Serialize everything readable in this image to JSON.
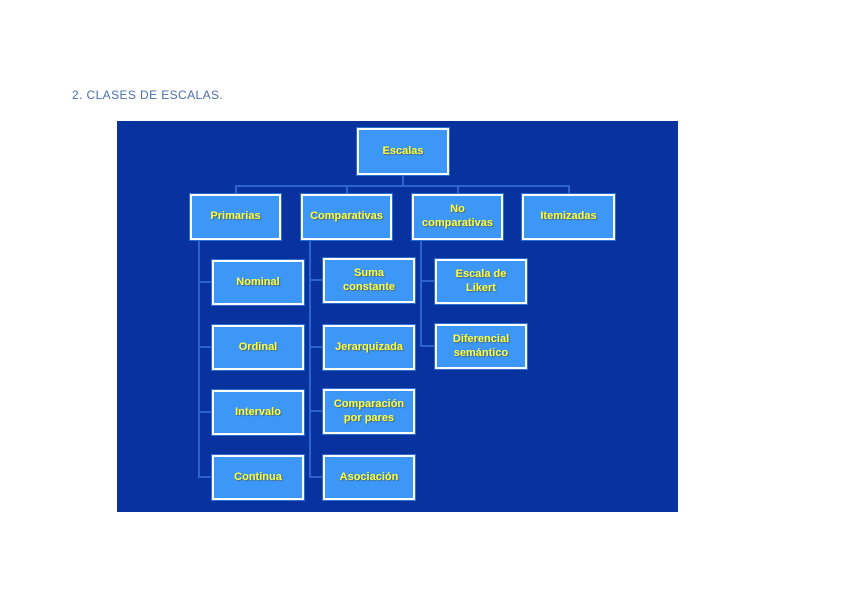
{
  "page": {
    "heading": "2. CLASES DE ESCALAS."
  },
  "colors": {
    "page_background": "#FFFFFF",
    "heading_text": "#4A6FAE",
    "panel_background": "#08339E",
    "node_fill": "#3D97F7",
    "node_border": "#FFFFFF",
    "node_text": "#FFFF42",
    "connector": "#2E63C9"
  },
  "diagram": {
    "root": {
      "label": "Escalas"
    },
    "branches": [
      {
        "label": "Primarias",
        "children": [
          "Nominal",
          "Ordinal",
          "Intervalo",
          "Continua"
        ]
      },
      {
        "label": "Comparativas",
        "children": [
          "Suma constante",
          "Jerarquizada",
          "Comparación por pares",
          "Asociación"
        ]
      },
      {
        "label": "No comparativas",
        "children": [
          "Escala de Likert",
          "Diferencial semántico"
        ]
      },
      {
        "label": "Itemizadas",
        "children": []
      }
    ]
  }
}
